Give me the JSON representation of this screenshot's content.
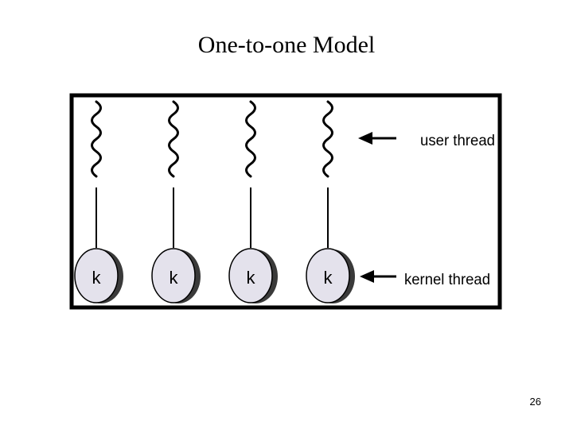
{
  "slide": {
    "title": "One-to-one Model",
    "page_number": "26"
  },
  "diagram": {
    "threads": [
      {
        "kernel_label": "k"
      },
      {
        "kernel_label": "k"
      },
      {
        "kernel_label": "k"
      },
      {
        "kernel_label": "k"
      }
    ],
    "user_thread_label": "user thread",
    "kernel_thread_label": "kernel thread",
    "colors": {
      "border": "#000000",
      "kernel_fill": "#e4e2ec",
      "kernel_shadow": "#3a3a3a",
      "line": "#000000"
    }
  }
}
